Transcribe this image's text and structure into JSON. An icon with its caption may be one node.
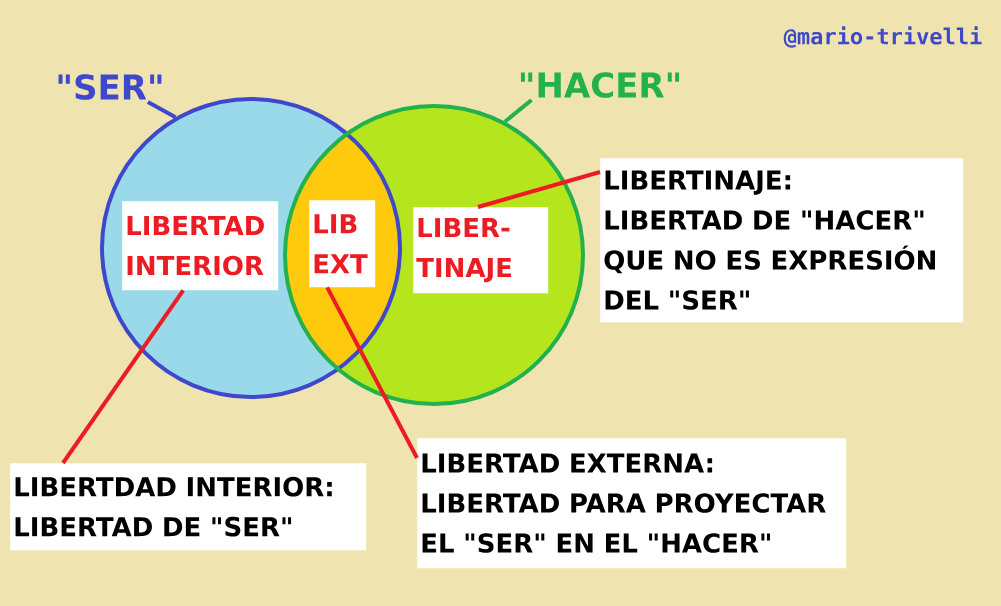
{
  "diagram": {
    "nodes": [
      {
        "text": [
          "\"SER\""
        ]
      },
      {
        "text": [
          "\"HACER\""
        ]
      },
      {
        "text": [],
        "shape": "circle"
      },
      {
        "text": [],
        "shape": "circle"
      },
      {
        "text": [
          "LIBERTAD INTERIOR"
        ],
        "in": 2
      },
      {
        "text": [
          "LIB EXT"
        ]
      },
      {
        "text": [
          "LIBER- TINAJE"
        ],
        "in": 3
      },
      {
        "text": [
          "LIBERTINAJE:",
          "LIBERTAD DE \"HACER\" QUE NO ES EXPRESIÓN DEL \"SER\""
        ]
      },
      {
        "text": [
          "LIBERTDAD INTERIOR:",
          "LIBERTAD DE \"SER\""
        ]
      },
      {
        "text": [
          "LIBERTAD EXTERNA:",
          "LIBERTAD PARA PROYECTAR EL \"SER\" EN EL \"HACER\""
        ]
      }
    ],
    "edges": [
      {
        "from": 0,
        "to": 2,
        "arrow": "none",
        "color": "#3f48cc"
      },
      {
        "from": 1,
        "to": 3,
        "arrow": "none",
        "color": "#22b14c"
      },
      {
        "from": 8,
        "to": 4,
        "arrow": "none"
      },
      {
        "from": 9,
        "to": 5,
        "arrow": "none"
      },
      {
        "from": 7,
        "to": 6,
        "arrow": "none"
      }
    ],
    "labels": [
      "@mario-trivelli"
    ]
  }
}
